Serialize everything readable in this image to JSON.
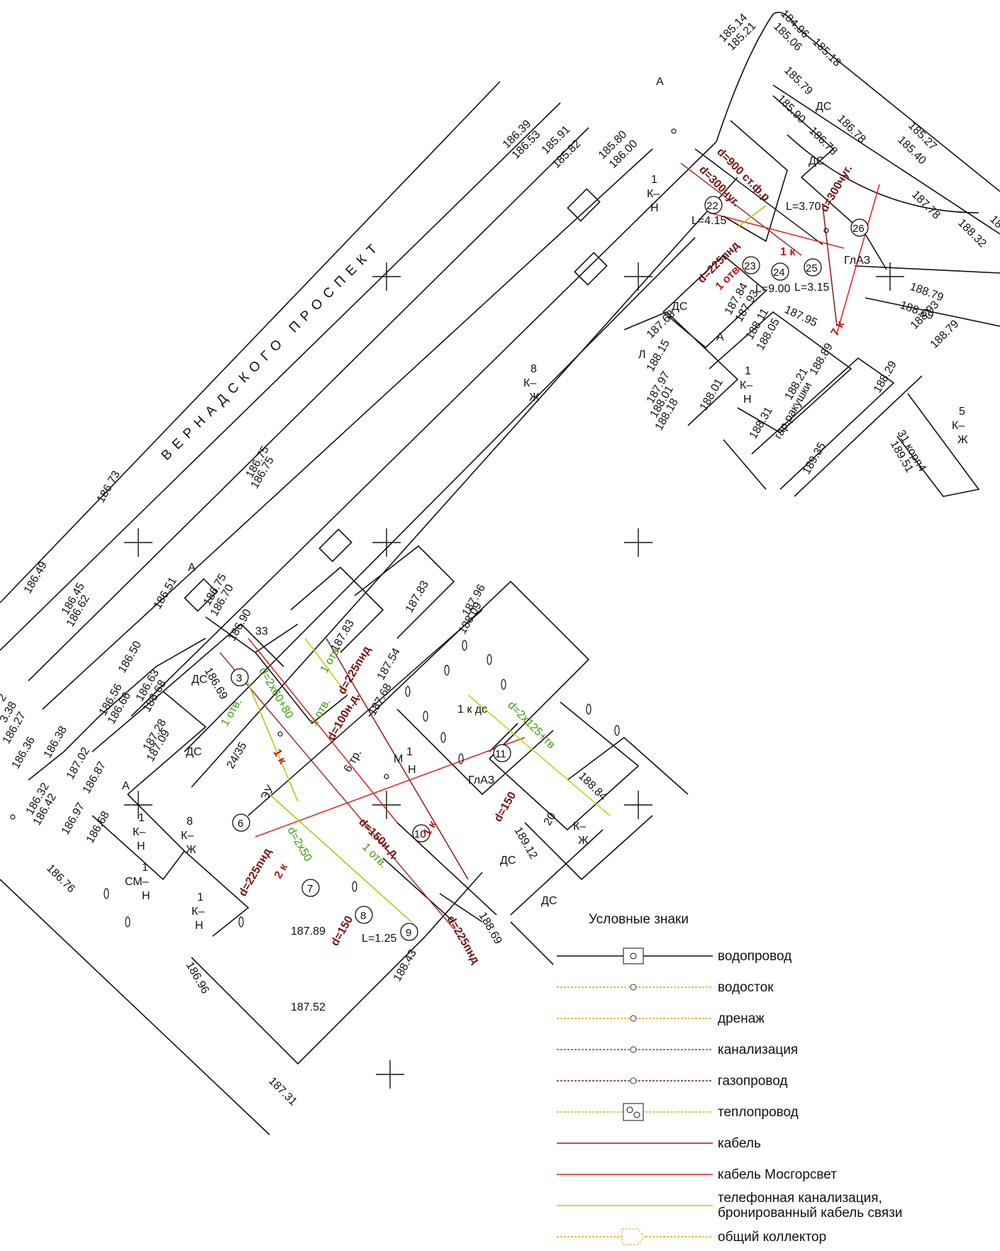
{
  "street": "ВЕРНАДСКОГО  ПРОСПЕКТ",
  "elevations": {
    "e1": "185.14",
    "e2": "185.21",
    "e3": "184.96",
    "e4": "185.06",
    "e5": "185.18",
    "e6": "185.79",
    "e7": "185.90",
    "e8": "186.78",
    "e9": "186.78",
    "e10": "185.27",
    "e11": "185.40",
    "e12": "187.78",
    "e13": "188.32",
    "e14": "188.79",
    "e15": "188.69",
    "e16": "188.93",
    "e17": "188.79",
    "e18": "186.39",
    "e19": "186.53",
    "e20": "185.91",
    "e21": "185.82",
    "e22": "185.80",
    "e23": "186.00",
    "e24": "187.68",
    "e25": "187.84",
    "e26": "187.93",
    "e27": "188.11",
    "e28": "188.05",
    "e29": "188.15",
    "e30": "187.97",
    "e31": "188.01",
    "e32": "188.18",
    "e33": "188.01",
    "e34": "188.21",
    "e35": "188.89",
    "e36": "188.29",
    "e37": "188.31",
    "e38": "189.35",
    "e39": "189.51",
    "e40": "187.95",
    "e41": "186.73",
    "e42": "186.75",
    "e43": "186.75",
    "e44": "186.49",
    "e45": "186.45",
    "e46": "186.62",
    "e47": "186.51",
    "e48": "186.75",
    "e49": "186.70",
    "e50": "186.90",
    "e51": "186.50",
    "e52": "186.69",
    "e53": "187.83",
    "e54": "187.83",
    "e55": "187.96",
    "e56": "188.09",
    "e57": "187.54",
    "e58": "187.68",
    "e59": "186.56",
    "e60": "186.66",
    "e61": "186.63",
    "e62": "186.68",
    "e63": "187.28",
    "e64": "187.09",
    "e65": "186.38",
    "e66": "187.02",
    "e67": "186.87",
    "e68": "186.36",
    "e69": "186.32",
    "e70": "186.42",
    "e71": "186.97",
    "e72": "186.68",
    "e73": "186.27",
    "e74": "3.38",
    "e75": "186.76",
    "e76": "188.84",
    "e77": "189.12",
    "e78": "188.69",
    "e79": "187.89",
    "e80": "188.43",
    "e81": "186.96",
    "e82": "187.52",
    "e83": "187.31",
    "e84": "2",
    "e85": "18"
  },
  "labels": {
    "a1": "А",
    "a2": "А",
    "a3": "А",
    "a4": "А",
    "ds1": "ДС",
    "ds2": "ДС",
    "ds3": "ДС",
    "ds4": "ДС",
    "ds5": "ДС",
    "ds6": "ДС",
    "ds7": "ДС",
    "kn1a": "1",
    "kn1b": "К–",
    "kn1c": "Н",
    "kn2a": "1",
    "kn2b": "К–",
    "kn2c": "Н",
    "kzh8a": "8",
    "kzh8b": "К–",
    "kzh8c": "Ж",
    "kn3a": "1",
    "kn3b": "К–",
    "kn3c": "Н",
    "kzh5a": "5",
    "kzh5b": "К–",
    "kzh5c": "Ж",
    "kzh8_2a": "8",
    "kzh8_2b": "К–",
    "kzh8_2c": "Ж",
    "kn4a": "1",
    "kn4b": "К–",
    "kn4c": "Н",
    "smn1": "1",
    "smn2": "СМ–",
    "smn3": "Н",
    "kn5a": "1",
    "kn5b": "К–",
    "kn5c": "Н",
    "kzh6a": "К–",
    "kzh6b": "Ж",
    "mn1": "М",
    "mn2": "1",
    "mn3": "Н",
    "l": "Л",
    "garage": "гар.ракушки",
    "korp": "31 корп4",
    "glaz1": "ГлАЗ",
    "glaz2": "ГлАЗ",
    "kds": "1 к дс",
    "n33": "33",
    "n2435": "24/35",
    "n6tr": "6 тр.",
    "n20": "20",
    "eu": "ЭУ",
    "L415": "L=4.15",
    "L370": "L=3.70",
    "L900": "L=9.00",
    "L315": "L=3.15",
    "L125": "L=1.25",
    "wells": [
      "22",
      "23",
      "24",
      "25",
      "26",
      "3",
      "6",
      "7",
      "8",
      "9",
      "10",
      "11"
    ]
  },
  "pipe_labels": {
    "p1": "d=900 ст.ф.р",
    "p2": "d=300чуг.",
    "p3": "d=300чуг.",
    "p4": "d=225пнд",
    "p5": "1 отв.",
    "p6": "1 к",
    "p7": "7 к",
    "p8": "d=2х60+80",
    "p9": "1 отв.",
    "p10": "d=225пнд",
    "p11": "d=100н.д.",
    "p12": "1 отв.",
    "p13": "1 отв.",
    "p14": "1 к",
    "p15": "d=2х125+тв",
    "p16": "d=150",
    "p17": "d=150н.д.",
    "p18": "1 к",
    "p19": "d=2х50",
    "p20": "1 отв.",
    "p21": "d=225пнд",
    "p22": "2 к",
    "p23": "d=150",
    "p24": "d=225пнд"
  },
  "legend": {
    "title": "Условные знаки",
    "items": [
      {
        "label": "водопровод",
        "color": "#111111",
        "marker": "square-circle"
      },
      {
        "label": "водосток",
        "color": "#e0a800",
        "marker": "circle"
      },
      {
        "label": "дренаж",
        "color": "#f0a000",
        "marker": "circle"
      },
      {
        "label": "канализация",
        "color": "#a0302a",
        "marker": "circle"
      },
      {
        "label": "газопровод",
        "color": "#8a1a1a",
        "marker": "circle"
      },
      {
        "label": "теплопровод",
        "color": "#a8c800",
        "marker": "double-circle"
      },
      {
        "label": "кабель",
        "color": "#b01818",
        "marker": "none"
      },
      {
        "label": "кабель Мосгорсвет",
        "color": "#e02020",
        "marker": "none"
      },
      {
        "label": "телефонная канализация,\nбронированный кабель связи",
        "color": "#b8d400",
        "marker": "none"
      },
      {
        "label": "общий коллектор",
        "color": "#f0a000",
        "marker": "arrow-box"
      }
    ]
  }
}
